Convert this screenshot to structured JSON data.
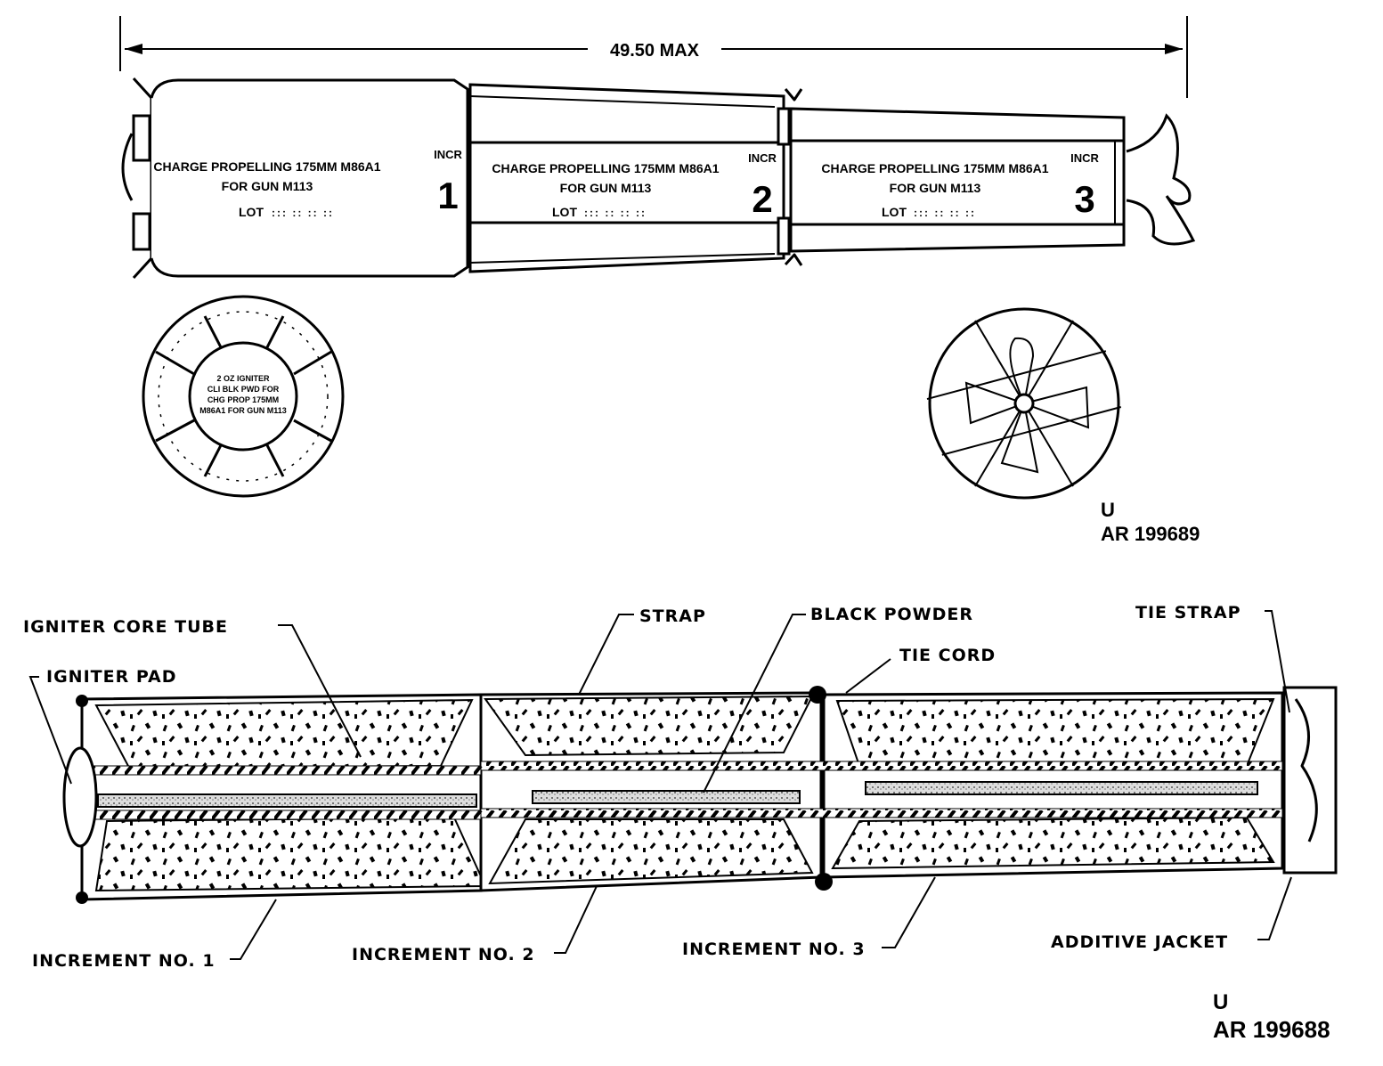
{
  "top_view": {
    "dimension_label": "49.50 MAX",
    "increments": [
      {
        "line1": "CHARGE PROPELLING 175MM M86A1",
        "line2": "FOR GUN M113",
        "lot_label": "LOT",
        "incr_label": "INCR",
        "number": "1"
      },
      {
        "line1": "CHARGE PROPELLING 175MM M86A1",
        "line2": "FOR GUN M113",
        "lot_label": "LOT",
        "incr_label": "INCR",
        "number": "2"
      },
      {
        "line1": "CHARGE PROPELLING 175MM M86A1",
        "line2": "FOR GUN M113",
        "lot_label": "LOT",
        "incr_label": "INCR",
        "number": "3"
      }
    ],
    "igniter_end_text": [
      "2 OZ IGNITER",
      "CLI BLK PWD FOR",
      "CHG PROP 175MM",
      "M86A1 FOR GUN M113"
    ],
    "figure_code_line1": "U",
    "figure_code_line2": "AR 199689"
  },
  "cutaway_view": {
    "callouts": {
      "igniter_core_tube": "IGNITER CORE TUBE",
      "igniter_pad": "IGNITER PAD",
      "strap": "STRAP",
      "black_powder": "BLACK POWDER",
      "tie_cord": "TIE CORD",
      "tie_strap": "TIE STRAP",
      "increment_1": "INCREMENT NO. 1",
      "increment_2": "INCREMENT NO. 2",
      "increment_3": "INCREMENT NO. 3",
      "additive_jacket": "ADDITIVE JACKET"
    },
    "figure_code_line1": "U",
    "figure_code_line2": "AR 199688"
  }
}
